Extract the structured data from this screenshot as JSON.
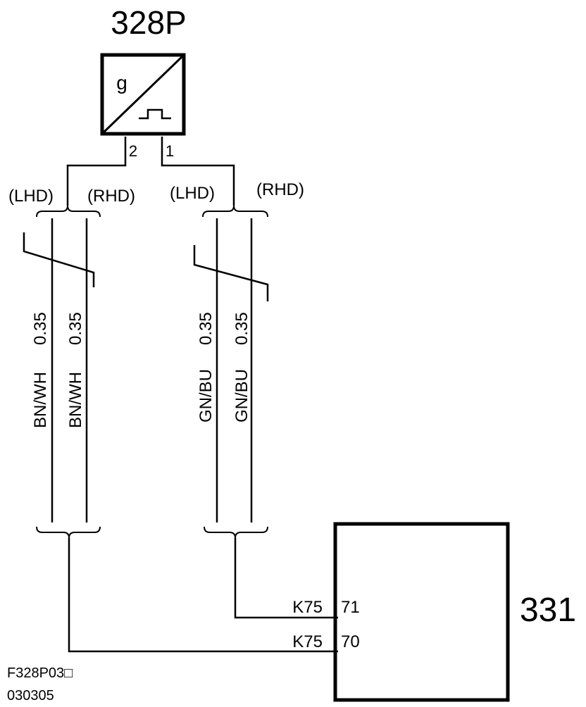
{
  "components": {
    "sensor": {
      "id": "328P",
      "symbol_label": "g",
      "pins": [
        "2",
        "1"
      ]
    },
    "module": {
      "id": "331"
    }
  },
  "variants": {
    "lhd": "(LHD)",
    "rhd": "(RHD)"
  },
  "wires": [
    {
      "color": "BN/WH",
      "size": "0.35"
    },
    {
      "color": "BN/WH",
      "size": "0.35"
    },
    {
      "color": "GN/BU",
      "size": "0.35"
    },
    {
      "color": "GN/BU",
      "size": "0.35"
    }
  ],
  "connections": [
    {
      "connector": "K75",
      "pin": "71"
    },
    {
      "connector": "K75",
      "pin": "70"
    }
  ],
  "footer": {
    "figure_code": "F328P03□",
    "date_code": "030305"
  }
}
